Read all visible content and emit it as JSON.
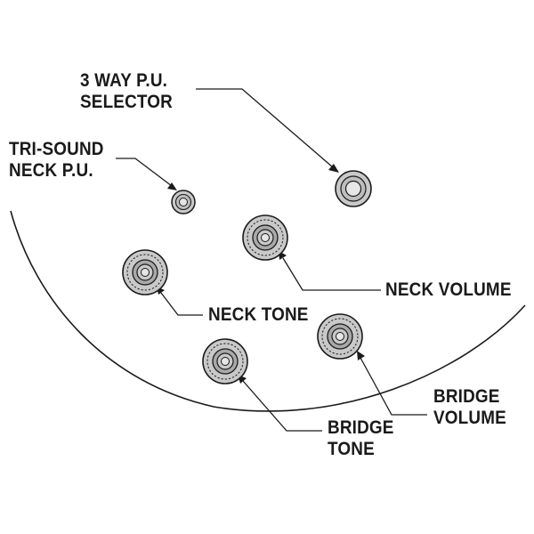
{
  "labels": {
    "selector": {
      "line1": "3 WAY P.U.",
      "line2": "SELECTOR"
    },
    "tri_sound": {
      "line1": "TRI-SOUND",
      "line2": "NECK P.U."
    },
    "neck_volume": {
      "line1": "NECK VOLUME"
    },
    "neck_tone": {
      "line1": "NECK TONE"
    },
    "bridge_volume": {
      "line1": "BRIDGE",
      "line2": "VOLUME"
    },
    "bridge_tone": {
      "line1": "BRIDGE",
      "line2": "TONE"
    }
  },
  "colors": {
    "line": "#1a1a1a",
    "knob_fill": "#c9c9c9",
    "knob_ring": "#a9a9a9",
    "knob_center": "#e6e6e6",
    "background": "#ffffff"
  }
}
